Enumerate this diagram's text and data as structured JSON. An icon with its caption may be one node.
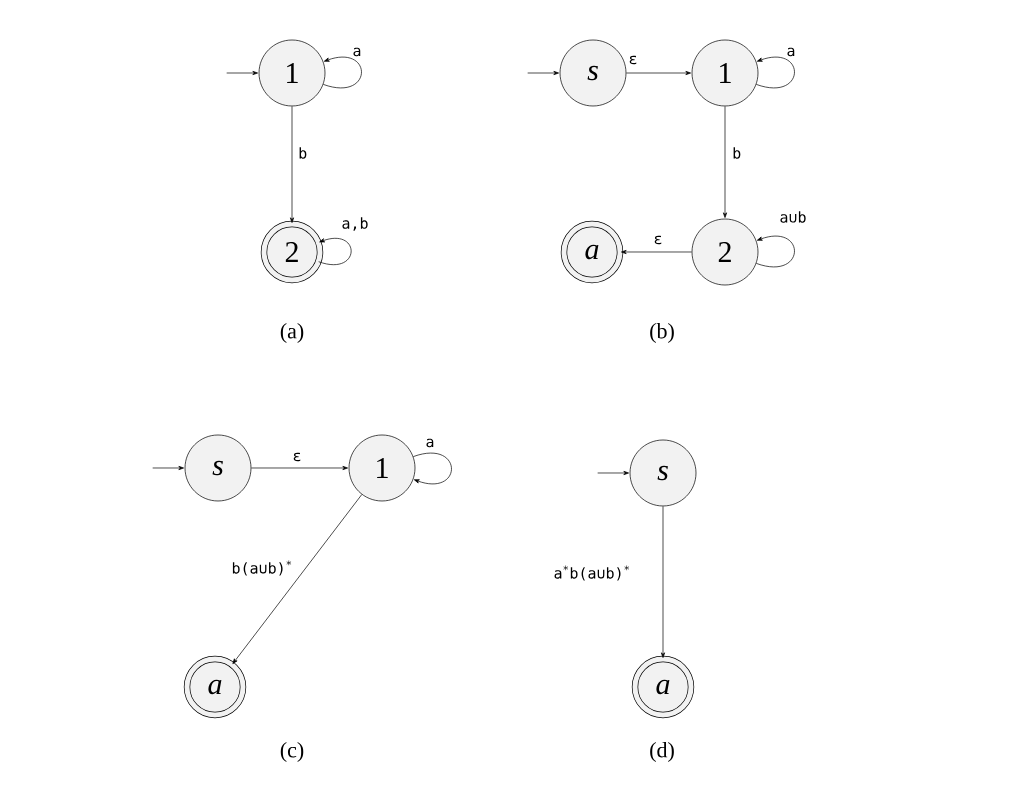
{
  "diagram": {
    "nodes": [
      {
        "text": [
          "1"
        ]
      },
      {
        "text": [
          "2"
        ]
      },
      {
        "text": [
          "s"
        ]
      },
      {
        "text": [
          "1"
        ]
      },
      {
        "text": [
          "a"
        ]
      },
      {
        "text": [
          "2"
        ]
      },
      {
        "text": [
          "s"
        ]
      },
      {
        "text": [
          "1"
        ]
      },
      {
        "text": [
          "a"
        ]
      },
      {
        "text": [
          "s"
        ]
      },
      {
        "text": [
          "a"
        ]
      }
    ],
    "edges": [
      {
        "from": null,
        "to": 0,
        "arrow": "to"
      },
      {
        "from": 0,
        "to": 0,
        "label": "a",
        "arrow": "to"
      },
      {
        "from": 0,
        "to": 1,
        "label": "b",
        "arrow": "to"
      },
      {
        "from": 1,
        "to": 1,
        "label": "a,b",
        "arrow": "to"
      },
      {
        "from": null,
        "to": 2,
        "arrow": "to"
      },
      {
        "from": 2,
        "to": 3,
        "label": "ε",
        "arrow": "to"
      },
      {
        "from": 3,
        "to": 3,
        "label": "a",
        "arrow": "to"
      },
      {
        "from": 3,
        "to": 5,
        "label": "b",
        "arrow": "to"
      },
      {
        "from": 5,
        "to": 5,
        "label": "a∪b",
        "arrow": "to"
      },
      {
        "from": 5,
        "to": 4,
        "label": "ε",
        "arrow": "to"
      },
      {
        "from": null,
        "to": 6,
        "arrow": "to"
      },
      {
        "from": 6,
        "to": 7,
        "label": "ε",
        "arrow": "to"
      },
      {
        "from": 7,
        "to": 7,
        "label": "a",
        "arrow": "to"
      },
      {
        "from": 7,
        "to": 8,
        "label": "b(a∪b)$^{*}$",
        "arrow": "to"
      },
      {
        "from": null,
        "to": 9,
        "arrow": "to"
      },
      {
        "from": 9,
        "to": 10,
        "label": "a$^{*}$b(a∪b)$^{*}$",
        "arrow": "to"
      }
    ],
    "labels": [
      "(a)",
      "(b)",
      "(c)",
      "(d)"
    ]
  }
}
